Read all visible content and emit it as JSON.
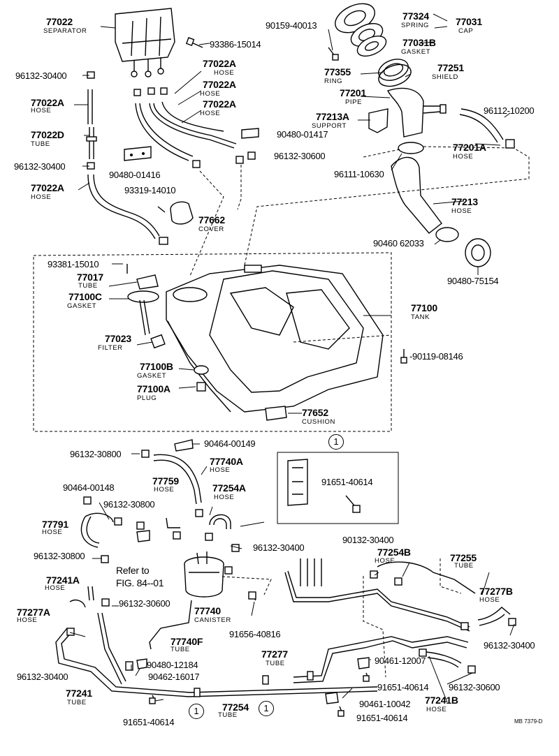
{
  "parts": {
    "p77022": {
      "num": "77022",
      "name": "SEPARATOR"
    },
    "p93386": {
      "num": "93386-15014"
    },
    "p96132a": {
      "num": "96132-30400"
    },
    "p77022a_1": {
      "num": "77022A",
      "name": "HOSE"
    },
    "p77022a_l": {
      "num": "77022A",
      "name": "HOSE"
    },
    "p77022a_2": {
      "num": "77022A",
      "name": "HOSE"
    },
    "p77022a_3": {
      "num": "77022A",
      "name": "HOSE"
    },
    "p77022d": {
      "num": "77022D",
      "name": "TUBE"
    },
    "p96132b": {
      "num": "96132-30400"
    },
    "p77022a_4": {
      "num": "77022A",
      "name": "HOSE"
    },
    "p90480a": {
      "num": "90480-01416"
    },
    "p90480b": {
      "num": "90480-01417"
    },
    "p96132c": {
      "num": "96132-30600"
    },
    "p93319": {
      "num": "93319-14010"
    },
    "p77662": {
      "num": "77662",
      "name": "COVER"
    },
    "p90159": {
      "num": "90159-40013"
    },
    "p77324": {
      "num": "77324",
      "name": "SPRING"
    },
    "p77031": {
      "num": "77031",
      "name": "CAP"
    },
    "p77031b": {
      "num": "77031B",
      "name": "GASKET"
    },
    "p77355": {
      "num": "77355",
      "name": "RING"
    },
    "p77251": {
      "num": "77251",
      "name": "SHIELD"
    },
    "p77201": {
      "num": "77201",
      "name": "PIPE"
    },
    "p77213a": {
      "num": "77213A",
      "name": "SUPPORT"
    },
    "p96112": {
      "num": "96112-10200"
    },
    "p77201a": {
      "num": "77201A",
      "name": "HOSE"
    },
    "p96111": {
      "num": "96111-10630"
    },
    "p77213": {
      "num": "77213",
      "name": "HOSE"
    },
    "p90460": {
      "num": "90460 62033"
    },
    "p90480c": {
      "num": "90480-75154"
    },
    "p93381": {
      "num": "93381-15010"
    },
    "p77017": {
      "num": "77017",
      "name": "TUBE"
    },
    "p77100c": {
      "num": "77100C",
      "name": "GASKET"
    },
    "p77100": {
      "num": "77100",
      "name": "TANK"
    },
    "p77023": {
      "num": "77023",
      "name": "FILTER"
    },
    "p90119": {
      "num": "-90119-08146"
    },
    "p77100b": {
      "num": "77100B",
      "name": "GASKET"
    },
    "p77100a": {
      "num": "77100A",
      "name": "PLUG"
    },
    "p77652": {
      "num": "77652",
      "name": "CUSHION"
    },
    "p90464a": {
      "num": "90464-00149"
    },
    "p96132d": {
      "num": "96132-30800"
    },
    "p77740a": {
      "num": "77740A",
      "name": "HOSE"
    },
    "p91651a": {
      "num": "91651-40614"
    },
    "p90464b": {
      "num": "90464-00148"
    },
    "p77759": {
      "num": "77759",
      "name": "HOSE"
    },
    "p77254a": {
      "num": "77254A",
      "name": "HOSE"
    },
    "p96132e": {
      "num": "96132-30800"
    },
    "p77791": {
      "num": "77791",
      "name": "HOSE"
    },
    "p96132f": {
      "num": "96132-30800"
    },
    "p96132g": {
      "num": "96132-30400"
    },
    "p90132": {
      "num": "90132-30400"
    },
    "p77254b": {
      "num": "77254B",
      "name": "HOSE"
    },
    "p77255": {
      "num": "77255",
      "name": "TUBE"
    },
    "p77241a": {
      "num": "77241A",
      "name": "HOSE"
    },
    "p96132h": {
      "num": "96132-30600"
    },
    "p77740": {
      "num": "77740",
      "name": "CANISTER"
    },
    "p77277b": {
      "num": "77277B",
      "name": "HOSE"
    },
    "p77277a": {
      "num": "77277A",
      "name": "HOSE"
    },
    "p91656": {
      "num": "91656-40816"
    },
    "p96132i": {
      "num": "96132-30400"
    },
    "p77740f": {
      "num": "77740F",
      "name": "TUBE"
    },
    "p77277": {
      "num": "77277",
      "name": "TUBE"
    },
    "p90461a": {
      "num": "90461-12007"
    },
    "p96132j": {
      "num": "96132-30400"
    },
    "p90480d": {
      "num": "90480-12184"
    },
    "p90462": {
      "num": "90462-16017"
    },
    "p91651b": {
      "num": "91651-40614"
    },
    "p96132k": {
      "num": "96132-30600"
    },
    "p77241": {
      "num": "77241",
      "name": "TUBE"
    },
    "p77254": {
      "num": "77254",
      "name": "TUBE"
    },
    "p90461b": {
      "num": "90461-10042"
    },
    "p77241b": {
      "num": "77241B",
      "name": "HOSE"
    },
    "p91651c": {
      "num": "91651-40614"
    },
    "p91651d": {
      "num": "91651-40614"
    }
  },
  "refer": {
    "line1": "Refer to",
    "line2": "FIG. 84--01"
  },
  "circle_mark": "1",
  "footer_code": "MB 7379-D"
}
